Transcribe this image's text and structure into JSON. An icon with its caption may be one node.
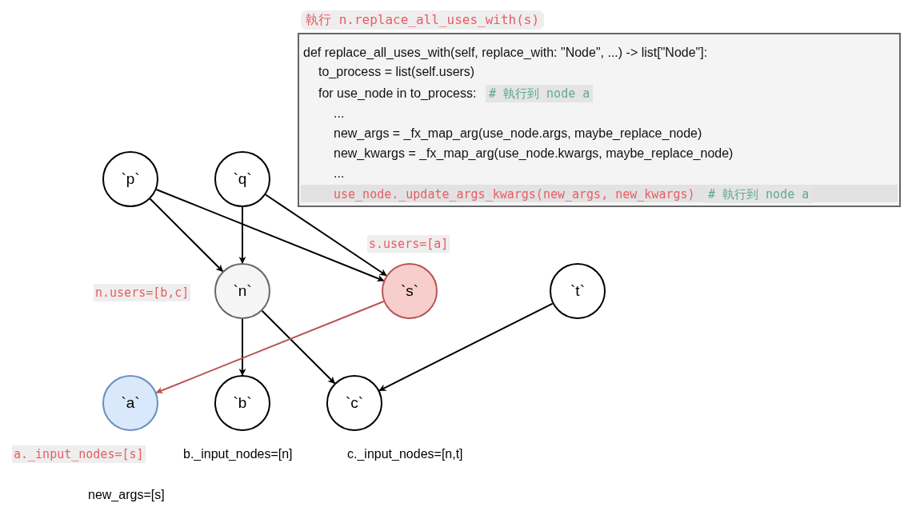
{
  "diagram": {
    "nodes": [
      {
        "text": [
          "執行 n.replace_all_uses_with(s)",
          "def replace_all_uses_with(self, replace_with: \"Node\", ...) -> list[\"Node\"]:",
          "to_process = list(self.users)",
          "for use_node in to_process:",
          "# 執行到 node a",
          "...",
          "new_args = _fx_map_arg(use_node.args, maybe_replace_node)",
          "new_kwargs = _fx_map_arg(use_node.kwargs, maybe_replace_node)",
          "...",
          "use_node._update_args_kwargs(new_args, new_kwargs)",
          "# 執行到 node a"
        ]
      },
      {
        "text": [
          "`p`"
        ]
      },
      {
        "text": [
          "`q`"
        ]
      },
      {
        "text": [
          "`n`"
        ]
      },
      {
        "text": [
          "`s`"
        ]
      },
      {
        "text": [
          "`t`"
        ]
      },
      {
        "text": [
          "`a`"
        ]
      },
      {
        "text": [
          "`b`"
        ]
      },
      {
        "text": [
          "`c`"
        ]
      }
    ],
    "edges": [
      {
        "from": 1,
        "to": 3,
        "arrow": "to"
      },
      {
        "from": 1,
        "to": 4,
        "arrow": "to"
      },
      {
        "from": 2,
        "to": 3,
        "arrow": "to"
      },
      {
        "from": 2,
        "to": 4,
        "arrow": "to"
      },
      {
        "from": 3,
        "to": 7,
        "arrow": "to"
      },
      {
        "from": 3,
        "to": 8,
        "arrow": "to"
      },
      {
        "from": 5,
        "to": 8,
        "arrow": "to"
      },
      {
        "from": 4,
        "to": 6,
        "arrow": "to",
        "color": "#b85450"
      }
    ],
    "labels": [
      "s.users=[a]",
      "n.users=[b,c]",
      "a._input_nodes=[s]",
      "b._input_nodes=[n]",
      "c._input_nodes=[n,t]",
      "new_args=[s]"
    ]
  }
}
